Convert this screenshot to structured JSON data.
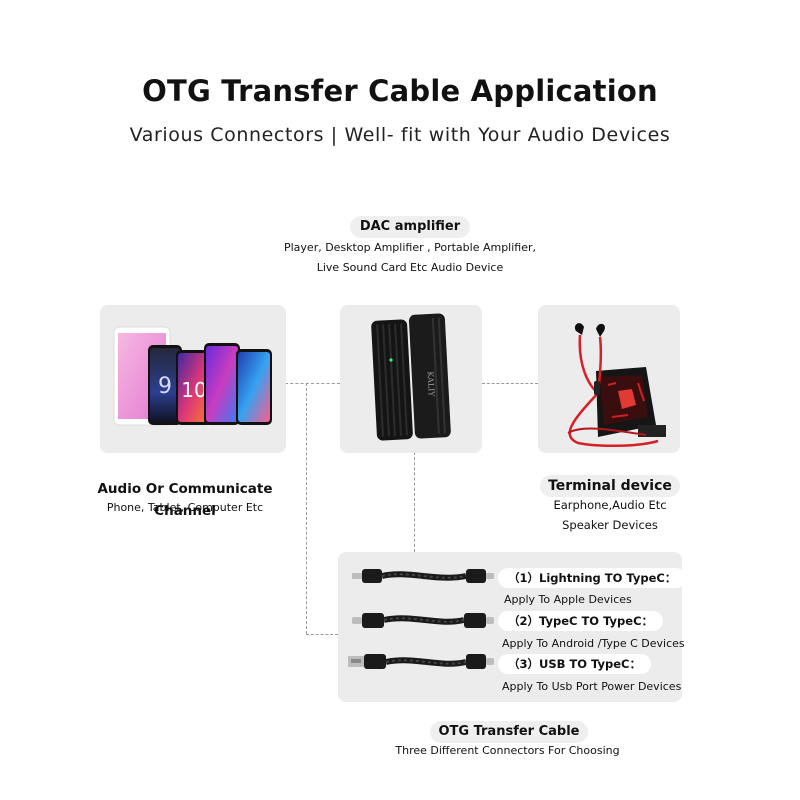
{
  "header": {
    "title": "OTG Transfer Cable Application",
    "subtitle": "Various Connectors | Well- fit with Your Audio Devices"
  },
  "dac": {
    "label": "DAC amplifier",
    "desc_line1": "Player, Desktop Amplifier , Portable Amplifier,",
    "desc_line2": "Live Sound Card Etc Audio Device",
    "brand_text": "KALIY"
  },
  "channel": {
    "label": "Audio Or Communicate Channel",
    "desc": "Phone, Tablet, Computer Etc"
  },
  "terminal": {
    "label": "Terminal device",
    "desc_line1": "Earphone,Audio Etc",
    "desc_line2": "Speaker Devices"
  },
  "cables": [
    {
      "title": "（1）Lightning TO TypeC：",
      "desc": "Apply To Apple Devices"
    },
    {
      "title": "（2）TypeC TO TypeC：",
      "desc": "Apply To Android /Type C Devices"
    },
    {
      "title": "（3）USB TO TypeC：",
      "desc": "Apply To Usb Port Power Devices"
    }
  ],
  "otg": {
    "label": "OTG Transfer Cable",
    "desc": "Three Different Connectors For Choosing"
  },
  "colors": {
    "card_bg": "#ececec",
    "cable_black": "#1a1a1a",
    "earphone_red": "#d61f26"
  }
}
